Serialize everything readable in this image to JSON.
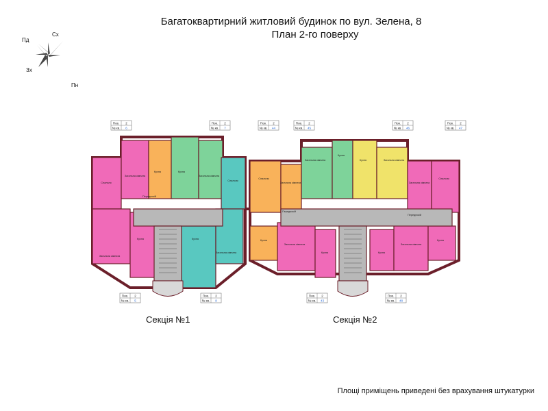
{
  "title": {
    "line1": "Багатоквартирний житловий будинок по вул. Зелена, 8",
    "line2": "План 2-го поверху"
  },
  "compass": {
    "north_west": "Пд",
    "north_east": "Сх",
    "south_west": "Зх",
    "south_east": "Пн"
  },
  "sections": {
    "s1": "Секція №1",
    "s2": "Секція №2"
  },
  "note": "Площі приміщень приведені без врахування штукатурки",
  "tags": {
    "floor_label": "Пов.",
    "floor_value": "2",
    "apt_label": "№ кв.",
    "apt_numbers": [
      "6",
      "7",
      "44",
      "45",
      "46",
      "47",
      "5",
      "8",
      "43",
      "48"
    ]
  },
  "colors": {
    "pink": "#f06ab8",
    "orange": "#f9b25a",
    "green": "#7ed39a",
    "teal": "#59c8c0",
    "yellow": "#f0e36a",
    "gray": "#b8b8b8",
    "wall": "#6b1f2a"
  },
  "room_labels": {
    "bedroom": "Спальня",
    "living": "Загальна кімната",
    "kitchen": "Кухня",
    "hall": "Передпокій"
  }
}
